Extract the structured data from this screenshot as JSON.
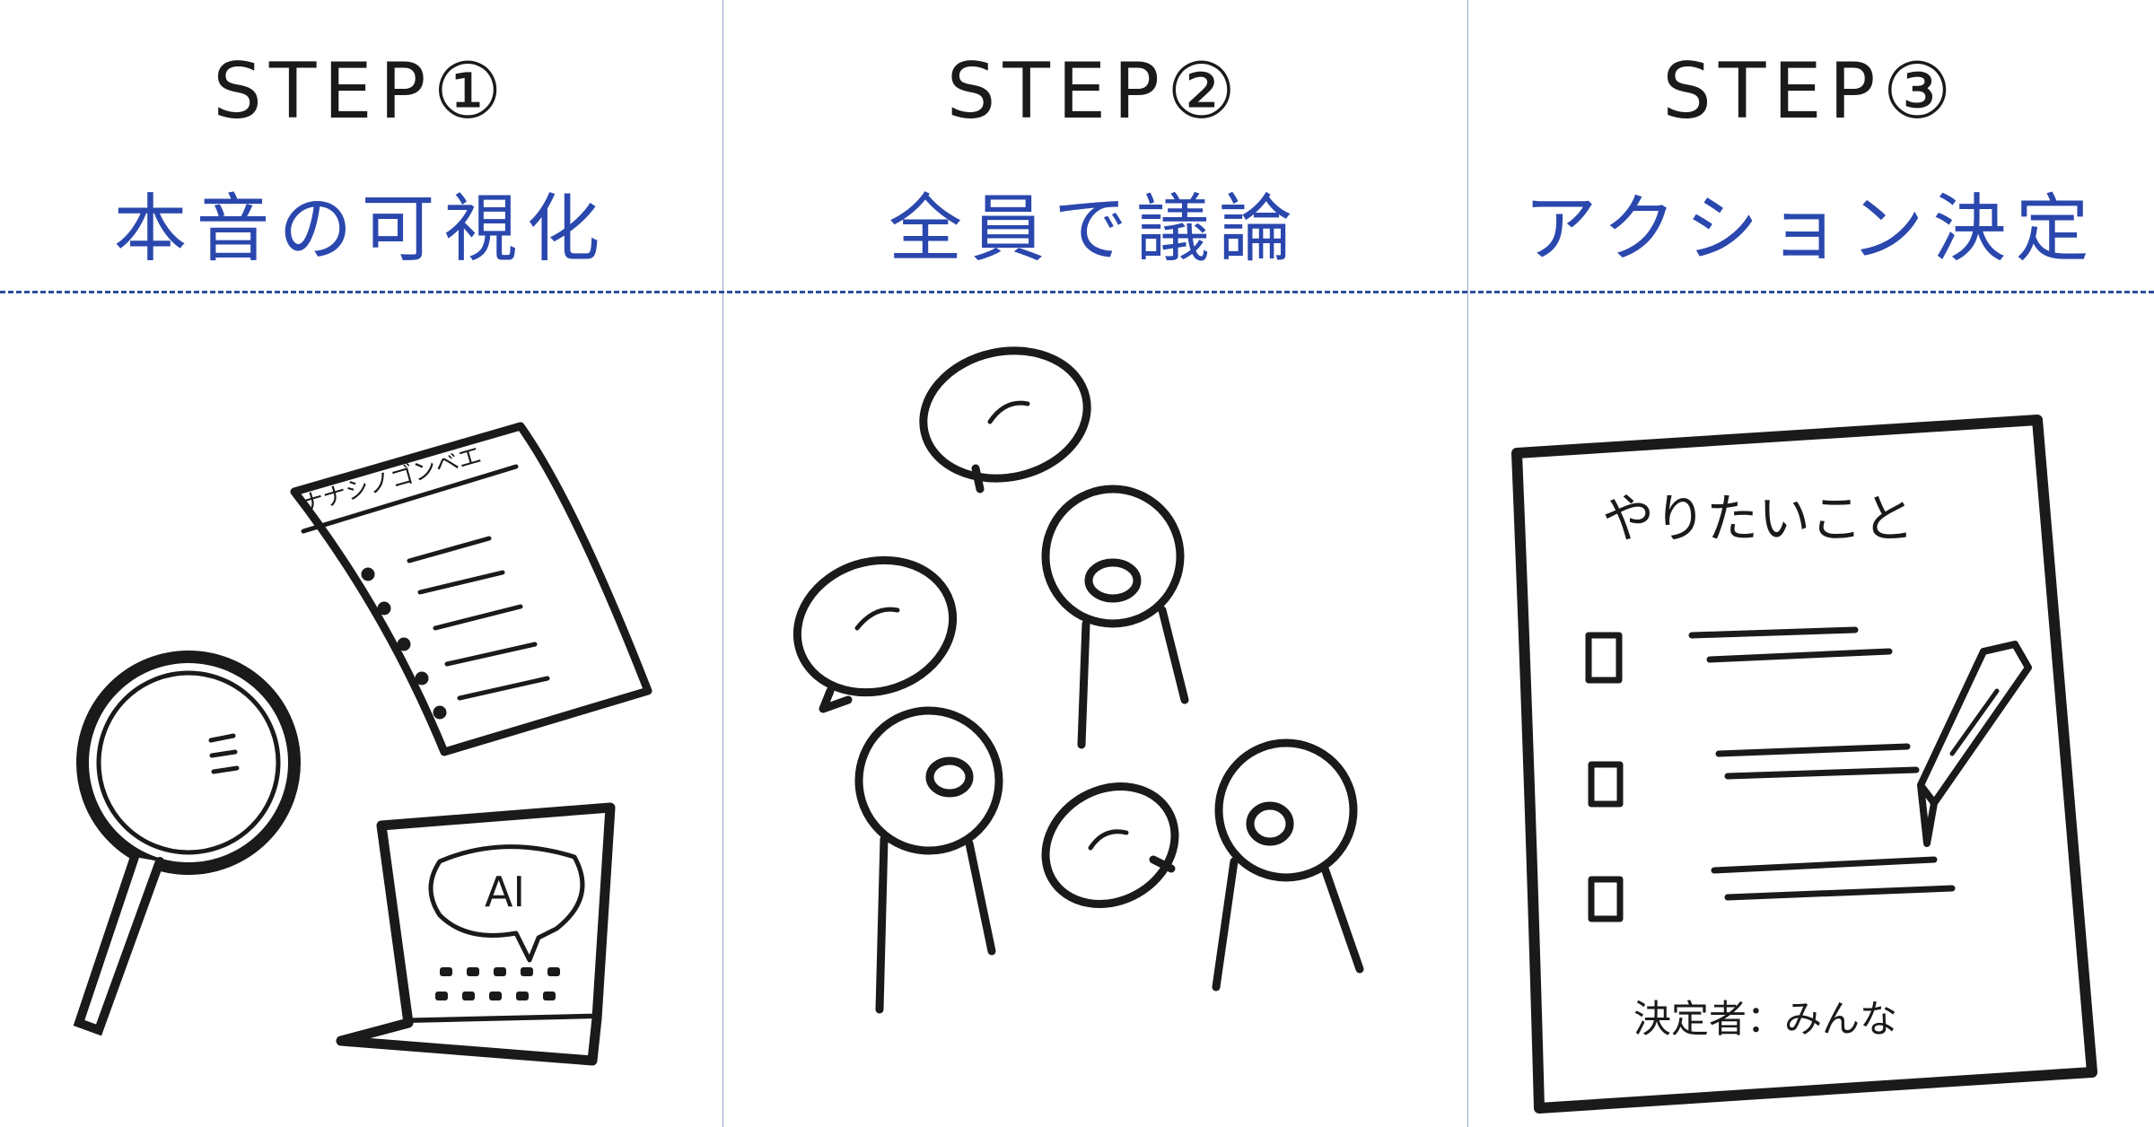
{
  "steps": [
    {
      "label": "STEP①",
      "title": "本音の可視化",
      "doc_header": "ナナシノゴンベエ",
      "screen_text": "AI"
    },
    {
      "label": "STEP②",
      "title": "全員で議論"
    },
    {
      "label": "STEP③",
      "title": "アクション決定",
      "sheet_title": "やりたいこと",
      "owner_line": "決定者：みんな"
    }
  ],
  "colors": {
    "title": "#2a47ad",
    "line": "#1a1a1a",
    "divider": "#2d4f9e"
  }
}
